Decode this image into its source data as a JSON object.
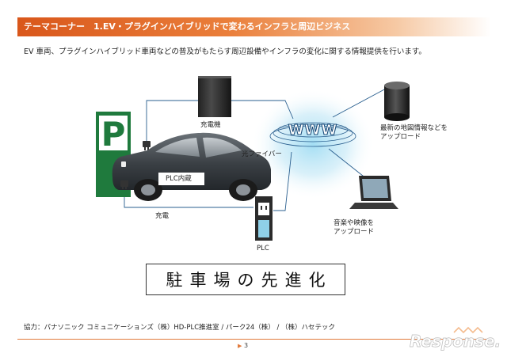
{
  "header": {
    "title": "テーマコーナー　1.EV・プラグインハイブリッドで変わるインフラと周辺ビジネス",
    "intro": "EV 車両、プラグインハイブリッド車両などの普及がもたらす周辺設備やインフラの変化に関する情報提供を行います。"
  },
  "diagram": {
    "parking_sign": "P",
    "charger_label": "充電機",
    "fiber_label": "光ファイバー",
    "www_label": "WWW",
    "map_info_label": [
      "最新の地図情報などを",
      "アップロード"
    ],
    "media_label": [
      "音楽や映像を",
      "アップロード"
    ],
    "plc_builtin_label": "PLC内蔵",
    "charge_label": "充電",
    "plc_label": "PLC"
  },
  "banner": {
    "text": "駐車場の先進化"
  },
  "credit": "協力：パナソニック コミュニケーションズ（株）HD-PLC推進室 / パーク24（株） / （株）ハセテック",
  "footer": {
    "page": "3"
  },
  "watermark": {
    "brand": "Response."
  },
  "colors": {
    "accent": "#d9571b",
    "sign_green": "#1f7a3d",
    "glow_blue": "#5ab8e0",
    "car_gray": "#3a3f44",
    "line_blue": "#2a5f8f"
  }
}
